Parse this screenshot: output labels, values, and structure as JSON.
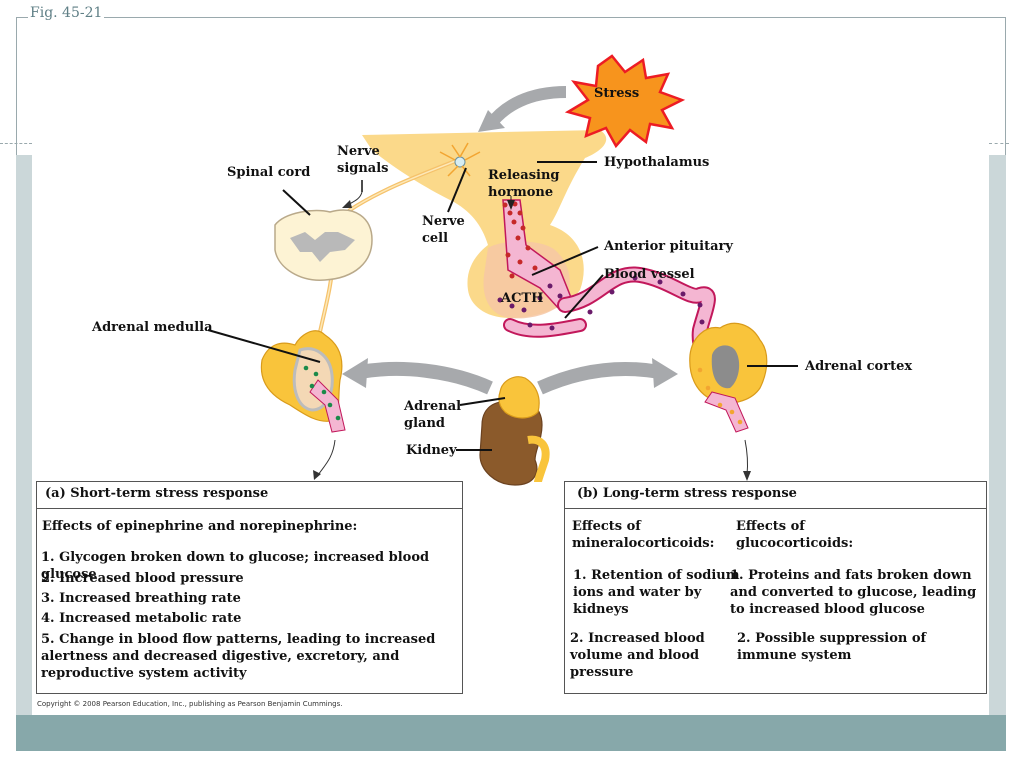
{
  "figure_label": "Fig. 45-21",
  "labels": {
    "stress": "Stress",
    "hypothalamus": "Hypothalamus",
    "nerve_signals": "Nerve\nsignals",
    "spinal_cord": "Spinal cord",
    "releasing_hormone": "Releasing\nhormone",
    "nerve_cell": "Nerve\ncell",
    "anterior_pituitary": "Anterior pituitary",
    "blood_vessel": "Blood vessel",
    "acth": "ACTH",
    "adrenal_medulla": "Adrenal medulla",
    "adrenal_cortex": "Adrenal cortex",
    "adrenal_gland": "Adrenal\ngland",
    "kidney": "Kidney"
  },
  "short_term": {
    "title": "(a) Short-term stress response",
    "heading": "Effects of epinephrine and norepinephrine:",
    "items": [
      "1. Glycogen broken down to glucose; increased blood glucose",
      "2. Increased blood pressure",
      "3. Increased breathing rate",
      "4. Increased metabolic rate",
      "5. Change in blood flow patterns, leading to increased\n   alertness and decreased digestive, excretory, and\n   reproductive system activity"
    ]
  },
  "long_term": {
    "title": "(b) Long-term stress response",
    "mineralo_heading": "Effects of\nmineralocorticoids:",
    "gluco_heading": "Effects of\nglucocorticoids:",
    "mineralo_items": [
      "1. Retention of sodium\n   ions and water by\n   kidneys",
      "2. Increased blood\n   volume and blood\n   pressure"
    ],
    "gluco_items": [
      "1. Proteins and fats broken down\n   and converted to glucose, leading\n   to increased blood glucose",
      "2. Possible suppression of\n   immune system"
    ]
  },
  "copyright": "Copyright © 2008 Pearson Education, Inc., publishing as Pearson Benjamin Cummings.",
  "colors": {
    "hypothalamus_fill": "#fbd98a",
    "stress_fill": "#f7941d",
    "stress_edge": "#ed1c24",
    "vessel_fill": "#f4b6d2",
    "vessel_edge": "#c2185b",
    "dot_purple": "#6a1b6a",
    "dot_red": "#c62828",
    "dot_green": "#1b8a4a",
    "arrow_gray": "#a7a9ac",
    "frame_band": "#87a8aa"
  }
}
